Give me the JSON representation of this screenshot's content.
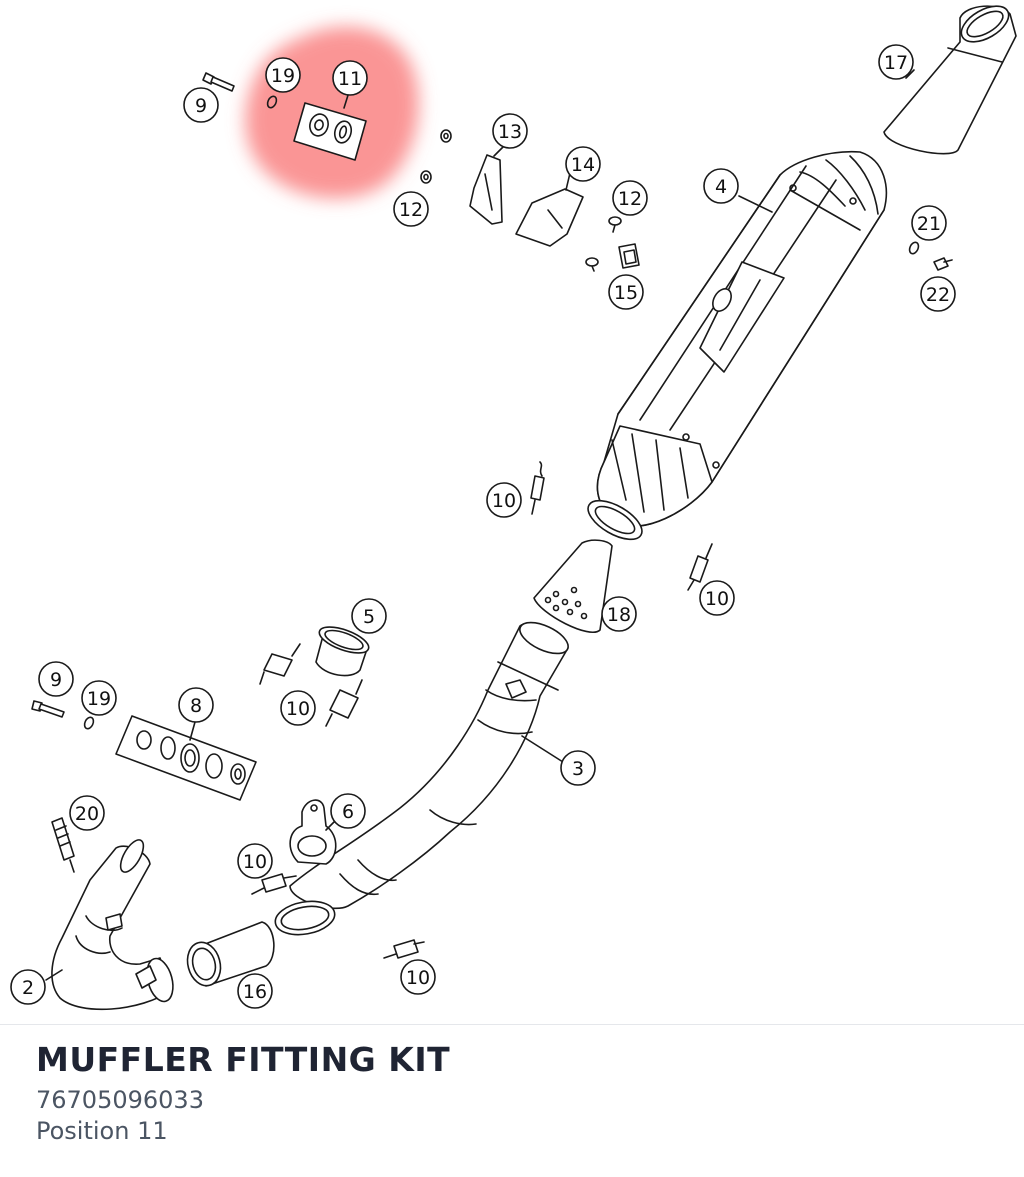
{
  "diagram": {
    "highlight_color": "#f87171",
    "callouts": [
      "19",
      "11",
      "9",
      "12",
      "13",
      "14",
      "12",
      "15",
      "4",
      "17",
      "21",
      "22",
      "10",
      "10",
      "18",
      "5",
      "10",
      "9",
      "19",
      "8",
      "3",
      "20",
      "6",
      "10",
      "2",
      "16",
      "10"
    ]
  },
  "footer": {
    "title": "MUFFLER FITTING KIT",
    "part_number": "76705096033",
    "position": "Position 11"
  }
}
